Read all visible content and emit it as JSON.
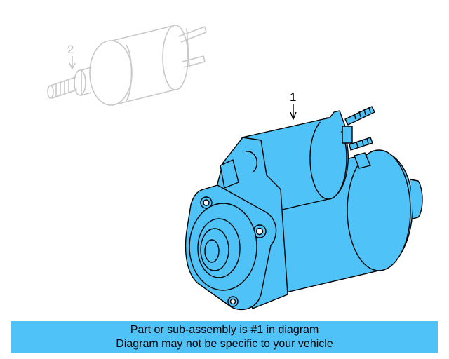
{
  "diagram": {
    "callouts": [
      {
        "label": "1"
      },
      {
        "label": "2"
      }
    ],
    "colors": {
      "highlight_fill": "#4fc3f7",
      "outline": "#000000",
      "ghost_outline": "#c8c8c8"
    }
  },
  "banner": {
    "line1": "Part or sub-assembly is #1 in diagram",
    "line2": "Diagram may not be specific to your vehicle",
    "background": "#4fc3f7"
  }
}
